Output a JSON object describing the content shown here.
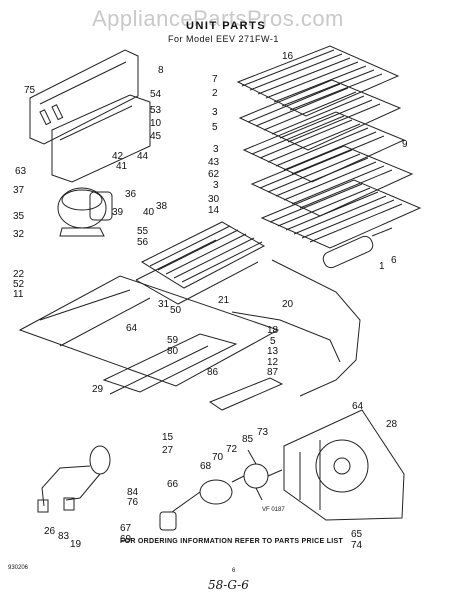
{
  "watermark": "AppliancePartsPros.com",
  "header": {
    "title": "UNIT PARTS",
    "subtitle": "For Model EEV 271FW-1"
  },
  "diagram_code": "VF 0187",
  "footer_note": "FOR ORDERING INFORMATION REFER TO PARTS PRICE LIST",
  "doc_code": "930206",
  "page_mark": "6",
  "handwritten_note": "58-G-6",
  "callouts": [
    {
      "id": "c75",
      "text": "75"
    },
    {
      "id": "c8",
      "text": "8"
    },
    {
      "id": "c7",
      "text": "7"
    },
    {
      "id": "c16",
      "text": "16"
    },
    {
      "id": "c54",
      "text": "54"
    },
    {
      "id": "c2",
      "text": "2"
    },
    {
      "id": "c53",
      "text": "53"
    },
    {
      "id": "c3a",
      "text": "3"
    },
    {
      "id": "c10",
      "text": "10"
    },
    {
      "id": "c5a",
      "text": "5"
    },
    {
      "id": "c45",
      "text": "45"
    },
    {
      "id": "c9",
      "text": "9"
    },
    {
      "id": "c42",
      "text": "42"
    },
    {
      "id": "c44",
      "text": "44"
    },
    {
      "id": "c3b",
      "text": "3"
    },
    {
      "id": "c41",
      "text": "41"
    },
    {
      "id": "c43",
      "text": "43"
    },
    {
      "id": "c63",
      "text": "63"
    },
    {
      "id": "c62",
      "text": "62"
    },
    {
      "id": "c3c",
      "text": "3"
    },
    {
      "id": "c37",
      "text": "37"
    },
    {
      "id": "c36",
      "text": "36"
    },
    {
      "id": "c30",
      "text": "30"
    },
    {
      "id": "c14",
      "text": "14"
    },
    {
      "id": "c39",
      "text": "39"
    },
    {
      "id": "c38",
      "text": "38"
    },
    {
      "id": "c40",
      "text": "40"
    },
    {
      "id": "c35",
      "text": "35"
    },
    {
      "id": "c32",
      "text": "32"
    },
    {
      "id": "c55",
      "text": "55"
    },
    {
      "id": "c56",
      "text": "56"
    },
    {
      "id": "c6",
      "text": "6"
    },
    {
      "id": "c1",
      "text": "1"
    },
    {
      "id": "c22",
      "text": "22"
    },
    {
      "id": "c52",
      "text": "52"
    },
    {
      "id": "c11",
      "text": "11"
    },
    {
      "id": "c21",
      "text": "21"
    },
    {
      "id": "c20",
      "text": "20"
    },
    {
      "id": "c31",
      "text": "31"
    },
    {
      "id": "c50",
      "text": "50"
    },
    {
      "id": "c18",
      "text": "18"
    },
    {
      "id": "c64a",
      "text": "64"
    },
    {
      "id": "c59",
      "text": "59"
    },
    {
      "id": "c80",
      "text": "80"
    },
    {
      "id": "c5b",
      "text": "5"
    },
    {
      "id": "c13",
      "text": "13"
    },
    {
      "id": "c12",
      "text": "12"
    },
    {
      "id": "c87",
      "text": "87"
    },
    {
      "id": "c86",
      "text": "86"
    },
    {
      "id": "c29",
      "text": "29"
    },
    {
      "id": "c64b",
      "text": "64"
    },
    {
      "id": "c28",
      "text": "28"
    },
    {
      "id": "c15",
      "text": "15"
    },
    {
      "id": "c27",
      "text": "27"
    },
    {
      "id": "c85",
      "text": "85"
    },
    {
      "id": "c73",
      "text": "73"
    },
    {
      "id": "c72",
      "text": "72"
    },
    {
      "id": "c70",
      "text": "70"
    },
    {
      "id": "c68",
      "text": "68"
    },
    {
      "id": "c66",
      "text": "66"
    },
    {
      "id": "c84",
      "text": "84"
    },
    {
      "id": "c76",
      "text": "76"
    },
    {
      "id": "c26",
      "text": "26"
    },
    {
      "id": "c83",
      "text": "83"
    },
    {
      "id": "c19",
      "text": "19"
    },
    {
      "id": "c67",
      "text": "67"
    },
    {
      "id": "c69",
      "text": "69"
    },
    {
      "id": "c65",
      "text": "65"
    },
    {
      "id": "c74",
      "text": "74"
    }
  ]
}
